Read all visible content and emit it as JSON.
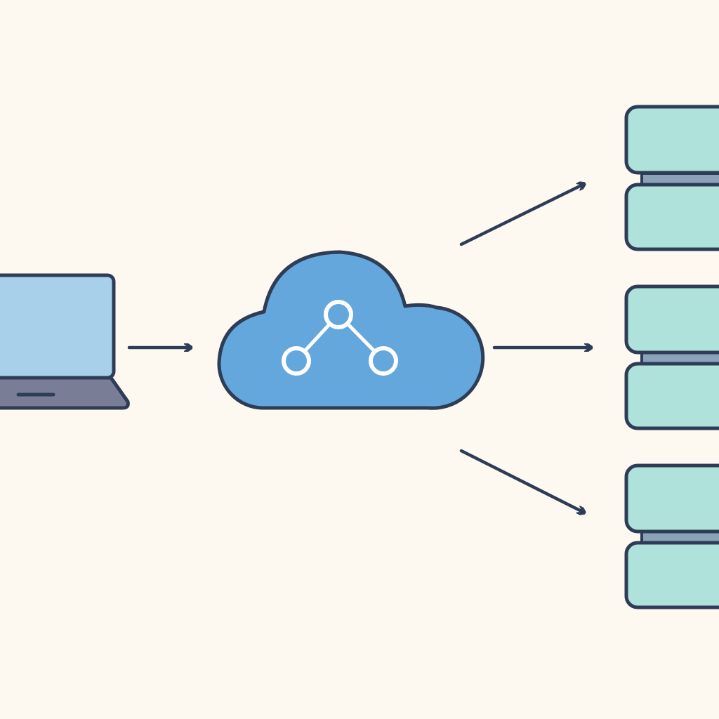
{
  "diagram": {
    "nodes": [
      {
        "id": "client",
        "kind": "laptop",
        "icon": "laptop-icon"
      },
      {
        "id": "load-balancer",
        "kind": "cloud",
        "icon": "network-share-icon"
      },
      {
        "id": "server-1",
        "kind": "server",
        "icon": "server-stack-icon"
      },
      {
        "id": "server-2",
        "kind": "server",
        "icon": "server-stack-icon"
      },
      {
        "id": "server-3",
        "kind": "server",
        "icon": "server-stack-icon"
      }
    ],
    "edges": [
      {
        "from": "client",
        "to": "load-balancer"
      },
      {
        "from": "load-balancer",
        "to": "server-1"
      },
      {
        "from": "load-balancer",
        "to": "server-2"
      },
      {
        "from": "load-balancer",
        "to": "server-3"
      }
    ]
  },
  "colors": {
    "background": "#fdf9f0",
    "outline": "#2e3d55",
    "laptop_screen": "#a8d0ea",
    "laptop_base": "#7a7d96",
    "cloud_fill": "#63a7dc",
    "cloud_glyph": "#ffffff",
    "server_fill": "#aee2da",
    "server_connector": "#8aa3b8"
  }
}
